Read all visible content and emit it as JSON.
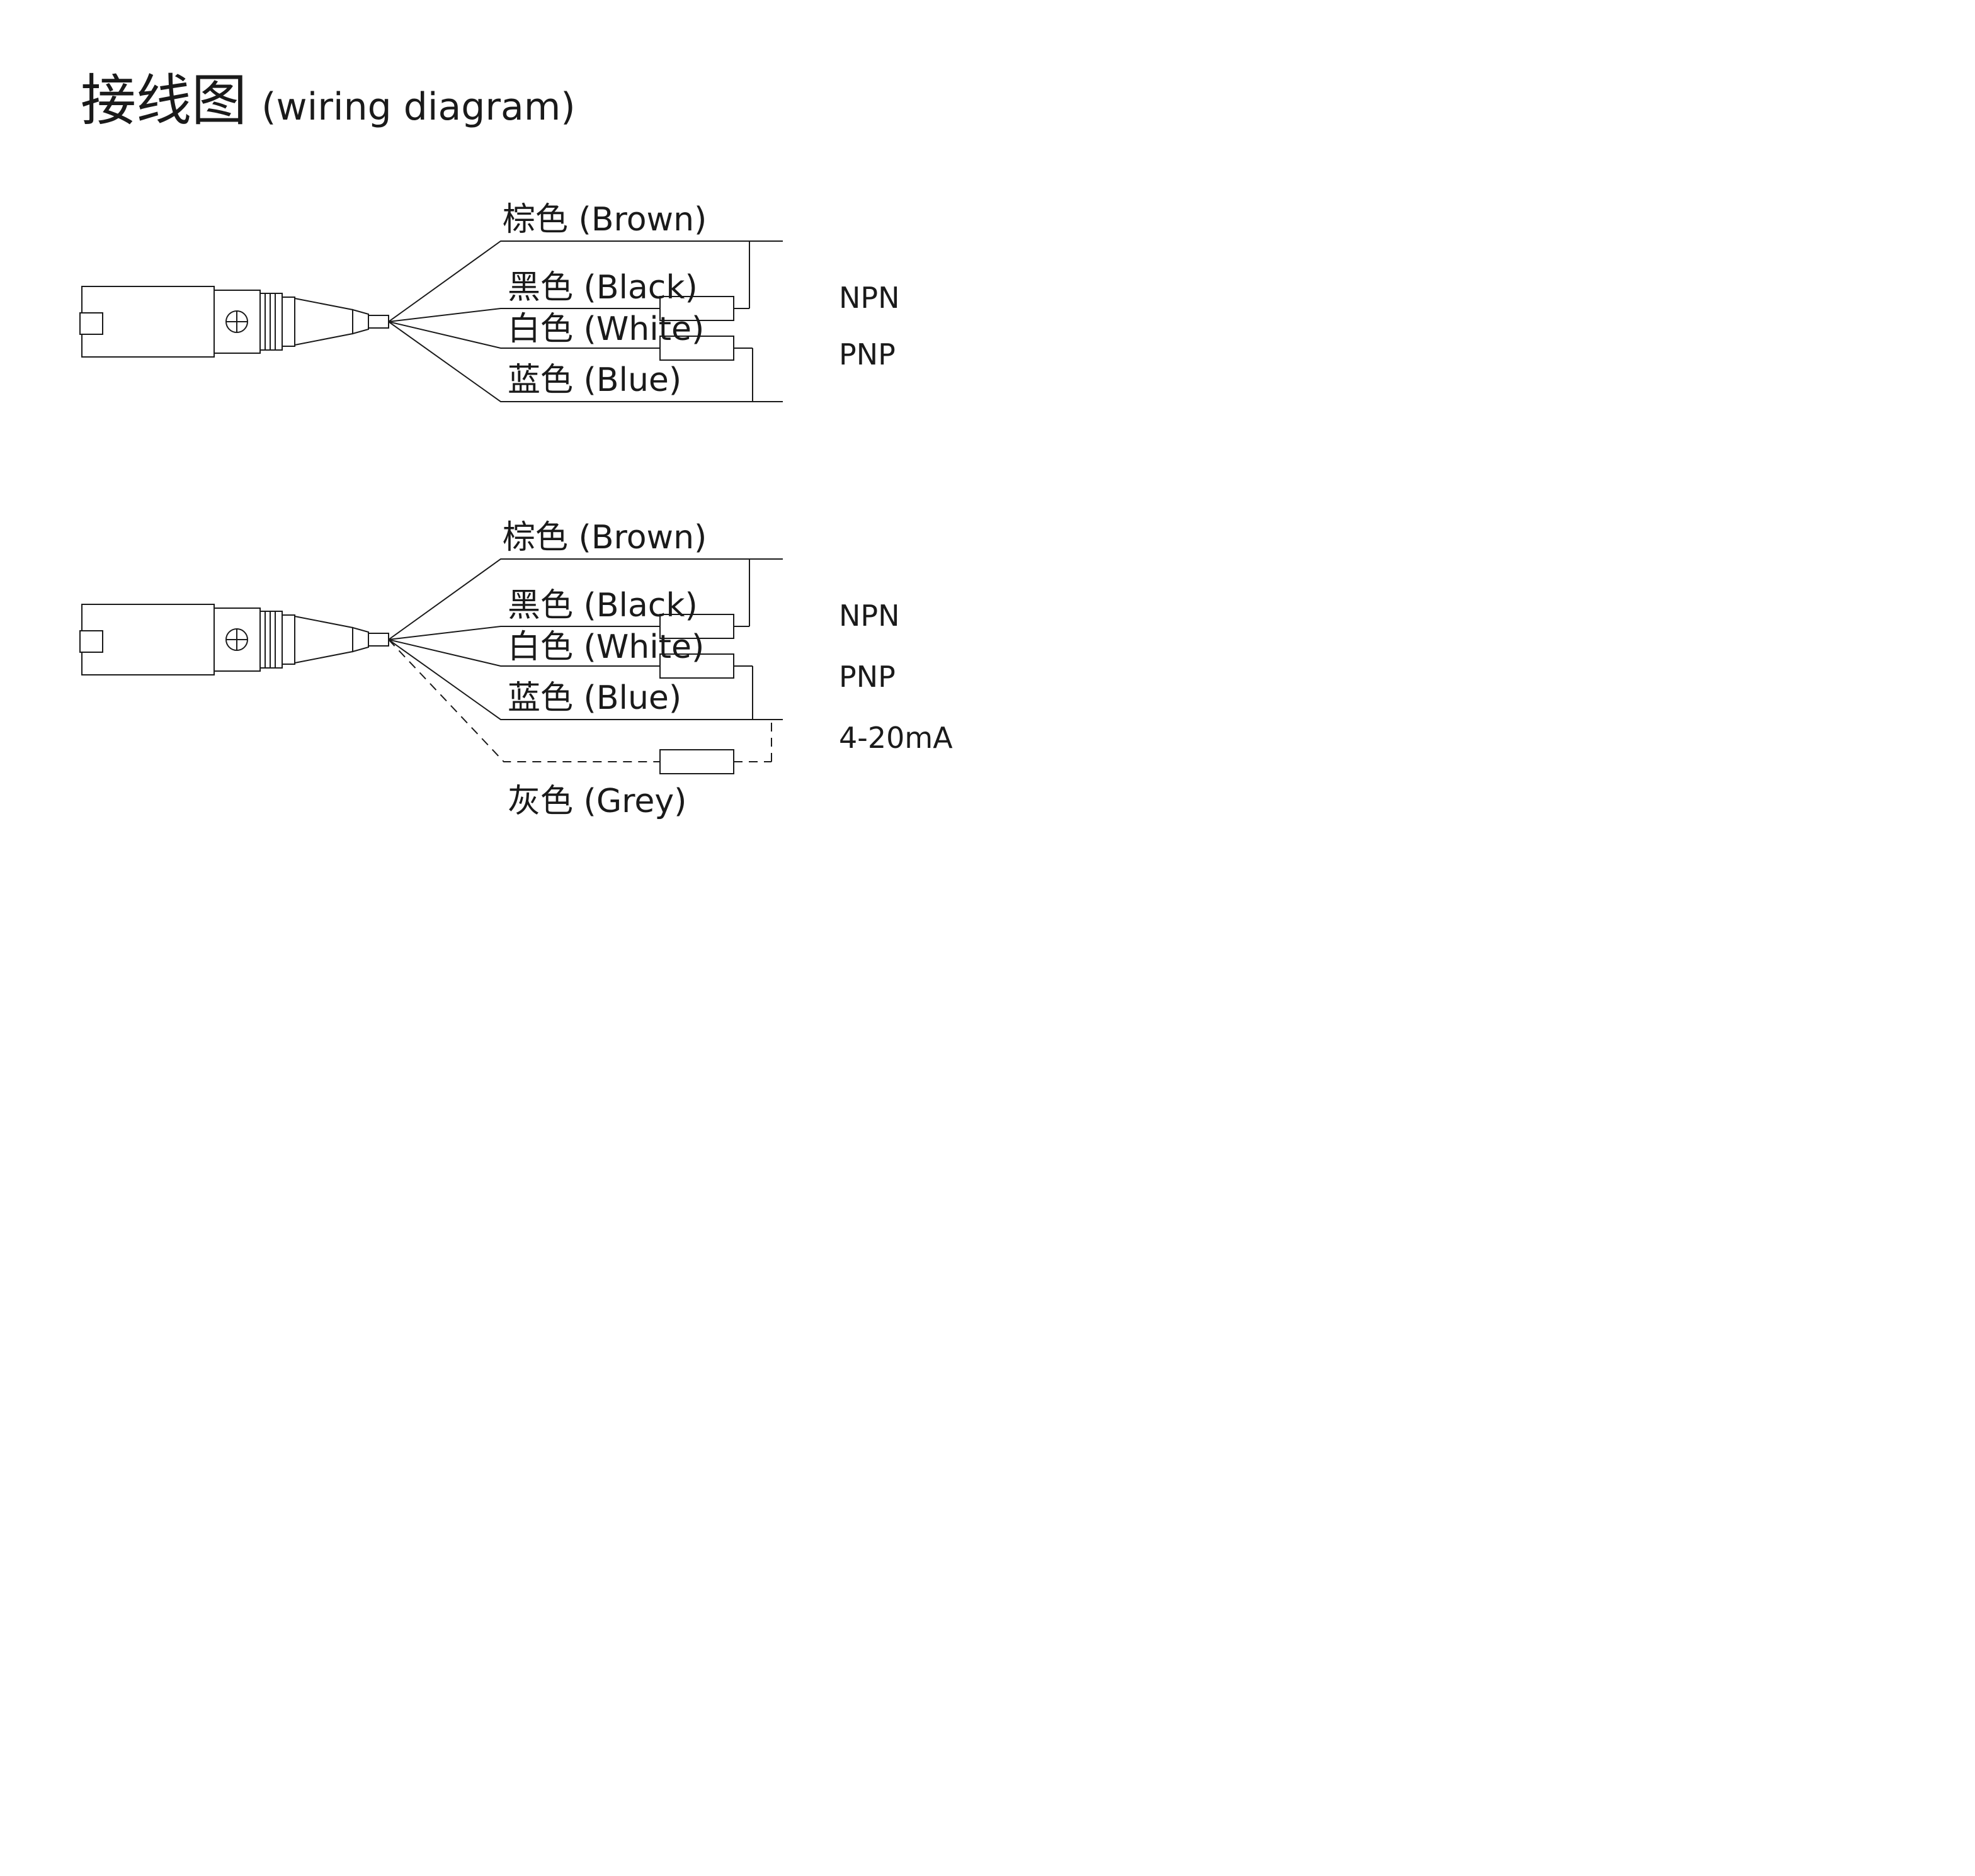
{
  "title": {
    "cn": "接线图",
    "en": "(wiring diagram)"
  },
  "colors": {
    "line": "#1a1a1a",
    "background": "#ffffff"
  },
  "diagrams": [
    {
      "wires": [
        {
          "id": "brown",
          "label": "棕色 (Brown)"
        },
        {
          "id": "black",
          "label": "黑色 (Black)"
        },
        {
          "id": "white",
          "label": "白色 (White)"
        },
        {
          "id": "blue",
          "label": "蓝色 (Blue)"
        }
      ],
      "outputs": [
        {
          "label": "NPN"
        },
        {
          "label": "PNP"
        }
      ]
    },
    {
      "wires": [
        {
          "id": "brown",
          "label": "棕色 (Brown)"
        },
        {
          "id": "black",
          "label": "黑色 (Black)"
        },
        {
          "id": "white",
          "label": "白色 (White)"
        },
        {
          "id": "blue",
          "label": "蓝色 (Blue)"
        },
        {
          "id": "grey",
          "label": "灰色 (Grey)"
        }
      ],
      "outputs": [
        {
          "label": "NPN"
        },
        {
          "label": "PNP"
        },
        {
          "label": "4-20mA"
        }
      ]
    }
  ]
}
